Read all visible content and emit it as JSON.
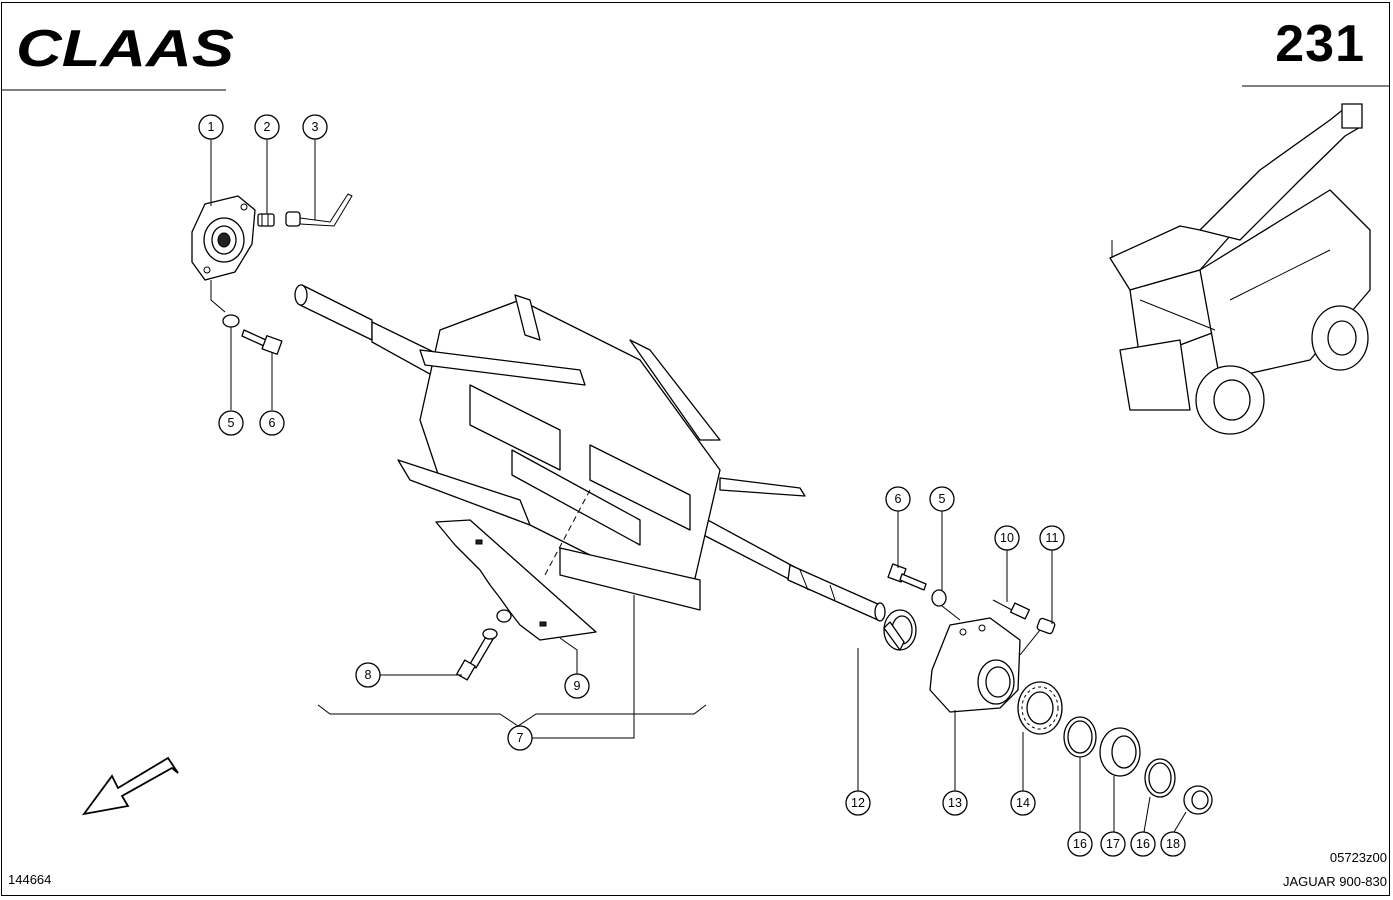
{
  "header": {
    "brand": "CLAAS",
    "page_number": "231"
  },
  "footer": {
    "document_id": "144664",
    "drawing_code": "05723z00",
    "model": "JAGUAR 900-830"
  },
  "callouts": [
    {
      "id": "c1",
      "label": "1"
    },
    {
      "id": "c2",
      "label": "2"
    },
    {
      "id": "c3",
      "label": "3"
    },
    {
      "id": "c5a",
      "label": "5"
    },
    {
      "id": "c6a",
      "label": "6"
    },
    {
      "id": "c6b",
      "label": "6"
    },
    {
      "id": "c5b",
      "label": "5"
    },
    {
      "id": "c10",
      "label": "10"
    },
    {
      "id": "c11",
      "label": "11"
    },
    {
      "id": "c8",
      "label": "8"
    },
    {
      "id": "c9",
      "label": "9"
    },
    {
      "id": "c7",
      "label": "7"
    },
    {
      "id": "c12",
      "label": "12"
    },
    {
      "id": "c13",
      "label": "13"
    },
    {
      "id": "c14",
      "label": "14"
    },
    {
      "id": "c16a",
      "label": "16"
    },
    {
      "id": "c17",
      "label": "17"
    },
    {
      "id": "c16b",
      "label": "16"
    },
    {
      "id": "c18",
      "label": "18"
    }
  ],
  "icons": {
    "direction_arrow": "arrow-down-left-icon",
    "machine": "forage-harvester-icon"
  },
  "colors": {
    "ink": "#000000",
    "paper": "#ffffff"
  }
}
